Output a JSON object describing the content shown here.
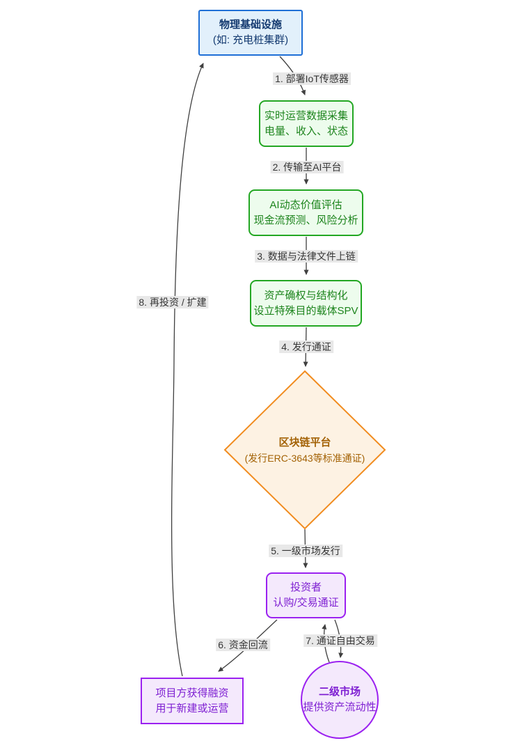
{
  "palette": {
    "background": "#ffffff",
    "edge_color": "#3f3f3f",
    "edge_label_bg": "#e8e8e8",
    "blue_node": {
      "fill": "#e2f0fb",
      "stroke": "#1e6fd6",
      "text": "#143a70"
    },
    "green_node": {
      "fill": "#edfced",
      "stroke": "#23a723",
      "text": "#1d841d"
    },
    "orange_node": {
      "fill": "#fdf2e3",
      "stroke": "#f18c1f",
      "text": "#a36205"
    },
    "purple_node": {
      "fill": "#f4e9fc",
      "stroke": "#9b21f0",
      "text": "#7e1fd2"
    }
  },
  "nodes": {
    "physical": {
      "line1": "物理基础设施",
      "line2": "(如: 充电桩集群)"
    },
    "collect": {
      "line1": "实时运营数据采集",
      "line2": "电量、收入、状态"
    },
    "ai": {
      "line1": "AI动态价值评估",
      "line2": "现金流预测、风险分析"
    },
    "spv": {
      "line1": "资产确权与结构化",
      "line2": "设立特殊目的载体SPV"
    },
    "blockchain": {
      "line1": "区块链平台",
      "line2": "(发行ERC-3643等标准通证)"
    },
    "investor": {
      "line1": "投资者",
      "line2": "认购/交易通证"
    },
    "project": {
      "line1": "项目方获得融资",
      "line2": "用于新建或运营"
    },
    "secondary": {
      "line1": "二级市场",
      "line2": "提供资产流动性"
    }
  },
  "edge_labels": {
    "e1": "1. 部署IoT传感器",
    "e2": "2. 传输至AI平台",
    "e3": "3. 数据与法律文件上链",
    "e4": "4. 发行通证",
    "e5": "5. 一级市场发行",
    "e6": "6. 资金回流",
    "e7": "7. 通证自由交易",
    "e8": "8. 再投资 / 扩建"
  }
}
